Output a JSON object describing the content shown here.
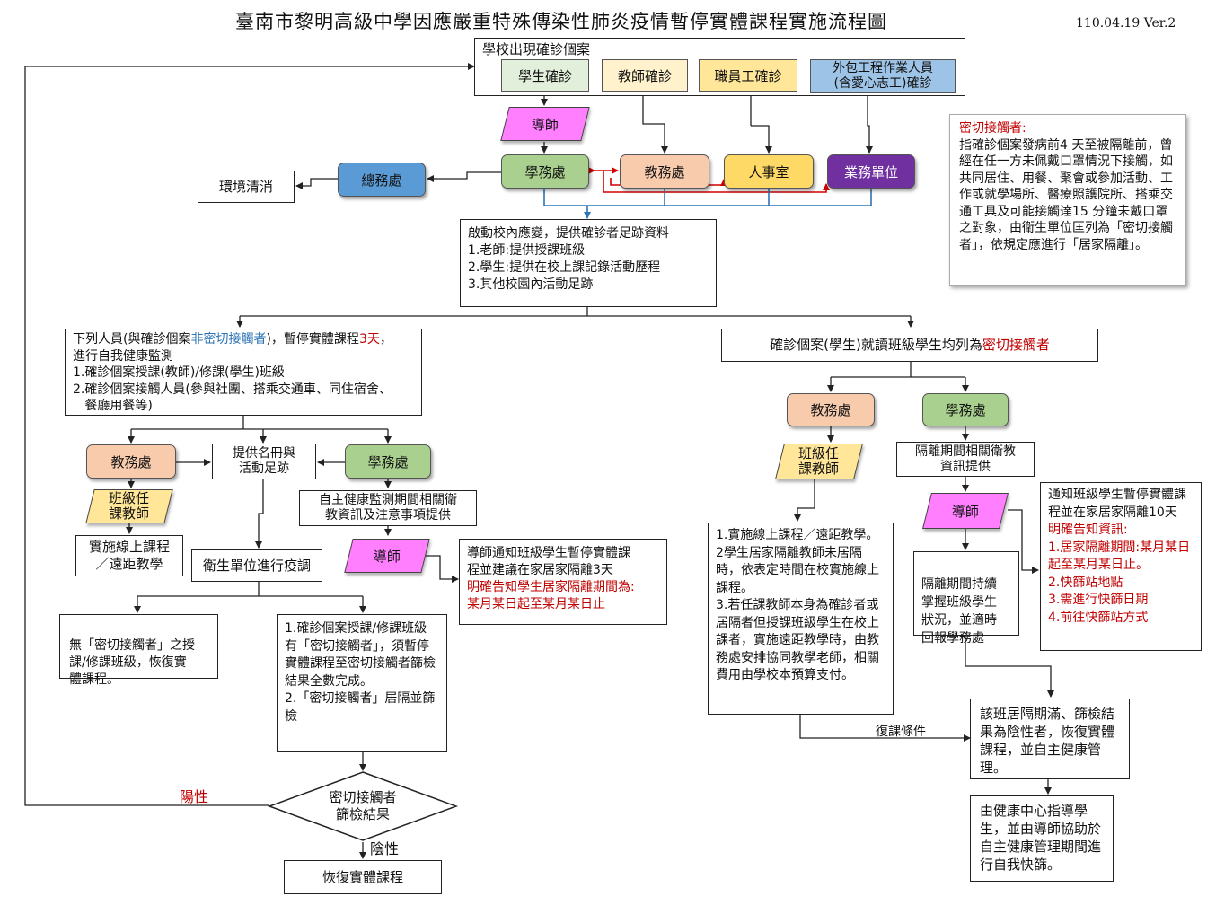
{
  "title": "臺南市黎明高級中學因應嚴重特殊傳染性肺炎疫情暫停實體課程實施流程圖",
  "version": "110.04.19 Ver.2",
  "top": {
    "header": "學校出現確診個案",
    "cases": [
      "學生確診",
      "教師確診",
      "職員工確診",
      "外包工程作業人員\n(含愛心志工)確診"
    ]
  },
  "row2": {
    "mentor": "導師",
    "student_affairs": "學務處",
    "academic_affairs": "教務處",
    "personnel": "人事室",
    "business_unit": "業務單位",
    "general_affairs": "總務處",
    "clean": "環境清消"
  },
  "start": {
    "line1": "啟動校內應變，提供確診者足跡資料",
    "line2": "1.老師:提供授課班級",
    "line3": "2.學生:提供在校上課記錄活動歷程",
    "line4": "3.其他校園內活動足跡"
  },
  "definition": {
    "title": "密切接觸者:",
    "body": "指確診個案發病前4 天至被隔離前，曾經在任一方未佩戴口罩情況下接觸，如共同居住、用餐、聚會或參加活動、工作或就學場所、醫療照護院所、搭乘交通工具及可能接觸達15 分鐘未戴口罩之對象，由衛生單位匡列為「密切接觸者」，依規定應進行「居家隔離」。"
  },
  "left": {
    "header_a": "下列人員(與確診個案",
    "header_b": "非密切接觸者",
    "header_c": ")，暫停實體課程",
    "header_d": "3天",
    "header_e": "，",
    "header_2": "進行自我健康監測",
    "header_3": "1.確診個案授課(教師)/修課(學生)班級",
    "header_4": "2.確診個案接觸人員(參與社團、搭乘交通車、同住宿舍、",
    "header_5": "   餐廳用餐等)",
    "academic": "教務處",
    "class_teacher": "班級任\n課教師",
    "online": "實施線上課程\n／遠距教學",
    "roster": "提供名冊與\n活動足跡",
    "student_affairs": "學務處",
    "self_monitor": "自主健康監測期間相關衛\n教資訊及注意事項提供",
    "mentor": "導師",
    "notify_1": "導師通知班級學生暫停實體課",
    "notify_2": "程並建議在家居家隔離3天",
    "notify_3": "明確告知學生居家隔離期間為:",
    "notify_4": "某月某日起至某月某日止",
    "health_unit": "衛生單位進行疫調",
    "no_contact": "無「密切接觸者」之授\n課/修課班級，恢復實\n體課程。",
    "has_contact_1": "1.確診個案授課/修課班級有「密切接觸者」，須暫停實體課程至密切接觸者篩檢結果全數完成。",
    "has_contact_2": "2.「密切接觸者」居隔並篩檢",
    "decision": "密切接觸者\n篩檢結果",
    "positive": "陽性",
    "negative": "陰性",
    "resume": "恢復實體課程"
  },
  "right": {
    "header_a": "確診個案(學生)就讀班級學生均列為",
    "header_b": "密切接觸者",
    "academic": "教務處",
    "student_affairs": "學務處",
    "class_teacher": "班級任\n課教師",
    "quarantine_info": "隔離期間相關衛教\n資訊提供",
    "mentor": "導師",
    "online_1": "1.實施線上課程／遠距教學。",
    "online_2": "2學生居家隔離教師未居隔時，依表定時間在校實施線上課程。",
    "online_3": "3.若任課教師本身為確診者或居隔者但授課班級學生在校上課者，實施遠距教學時，由教務處安排協同教學老師，相關費用由學校本預算支付。",
    "monitor": "隔離期間持續\n掌握班級學生\n狀況，並適時\n回報學務處",
    "notify_1": "通知班級學生暫停實體課程並在家居家隔離10天",
    "notify_2": "明確告知資訊:",
    "notify_3": "1.居家隔離期間:某月某日起至某月某日止。",
    "notify_4": "2.快篩站地點",
    "notify_5": "3.需進行快篩日期",
    "notify_6": "4.前往快篩站方式",
    "resume_condition": "復課條件",
    "resume": "該班居隔期滿、篩檢結果為陰性者，恢復實體課程，並自主健康管理。",
    "health_center": "由健康中心指導學生，並由導師協助於自主健康管理期間進行自我快篩。"
  }
}
